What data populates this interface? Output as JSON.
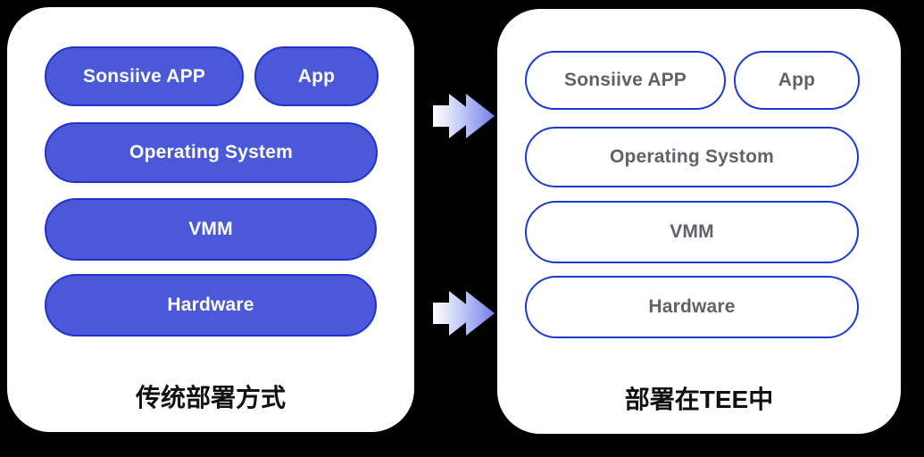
{
  "canvas": {
    "background": "#000000"
  },
  "left_panel": {
    "caption": "传统部署方式",
    "style": "filled-blue-pills",
    "colors": {
      "card": "#FFFFFF",
      "pill_fill": "#4B59D8",
      "pill_border": "#2132CB",
      "pill_text": "#FFFFFF",
      "caption_text": "#111111"
    },
    "blocks": [
      {
        "label": "Sonsiive APP"
      },
      {
        "label": "App"
      },
      {
        "label": "Operating System"
      },
      {
        "label": "VMM"
      },
      {
        "label": "Hardware"
      }
    ]
  },
  "right_panel": {
    "caption": "部署在TEE中",
    "style": "outlined-pills",
    "colors": {
      "card": "#FFFFFF",
      "pill_fill": "#FFFFFF",
      "pill_border": "#1C3AD3",
      "pill_text": "#5F6368",
      "caption_text": "#111111"
    },
    "blocks": [
      {
        "label": "Sonsiive APP"
      },
      {
        "label": "App"
      },
      {
        "label": "Operating Systom"
      },
      {
        "label": "VMM"
      },
      {
        "label": "Hardware"
      }
    ]
  },
  "arrows": {
    "count": 2,
    "direction": "right",
    "gradient_start": "#FFFFFF",
    "gradient_mid": "#BCC4F5",
    "gradient_end": "#6F7DE6"
  }
}
